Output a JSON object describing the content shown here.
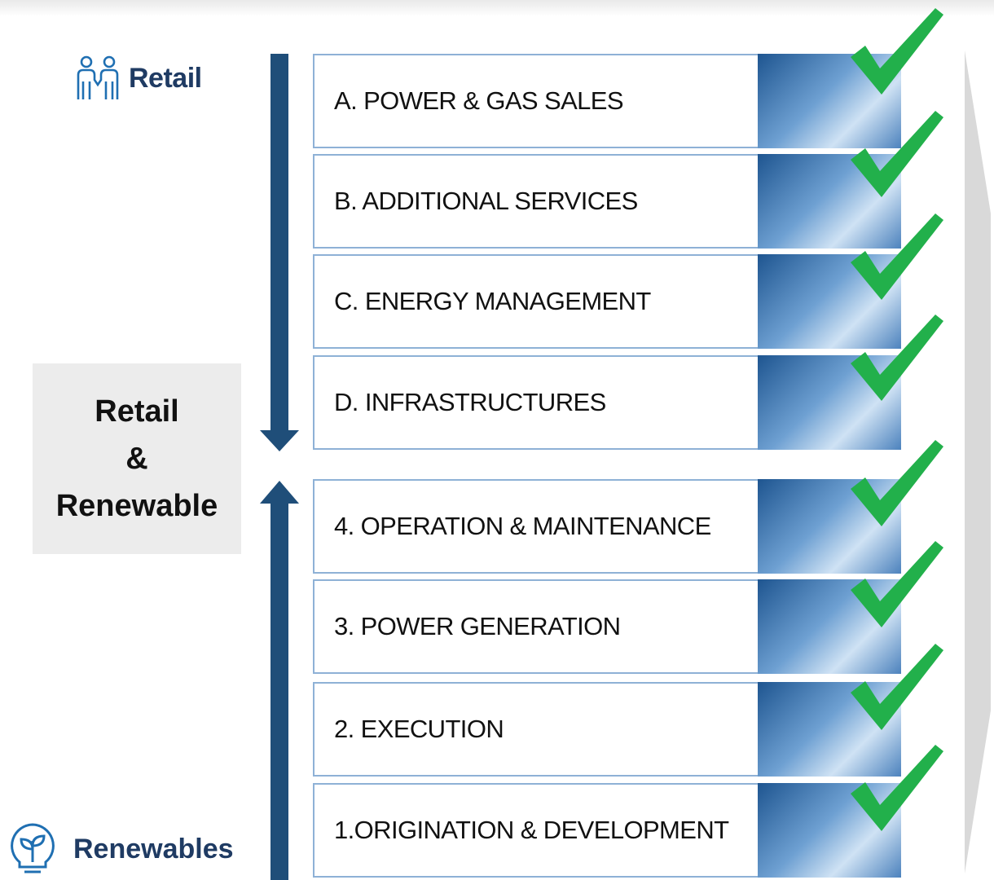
{
  "retail_top_label": "Retail",
  "renewables_bottom_label": "Renewables",
  "center_box": {
    "line1": "Retail",
    "line2": "&",
    "line3": "Renewable"
  },
  "retail_steps": [
    "A. POWER & GAS SALES",
    "B. ADDITIONAL SERVICES",
    "C. ENERGY MANAGEMENT",
    "D. INFRASTRUCTURES"
  ],
  "renewable_steps": [
    "4. OPERATION & MAINTENANCE",
    "3. POWER GENERATION",
    "2. EXECUTION",
    "1.ORIGINATION & DEVELOPMENT"
  ],
  "icons": {
    "retail": "people-icon",
    "renewables": "plant-bulb-icon",
    "step_status": "checkmark-icon"
  },
  "colors": {
    "arrow": "#1f4e79",
    "check": "#22b04b",
    "box_border": "#8eb1d6",
    "center_box_bg": "#ececec",
    "label_text": "#1f3b63"
  }
}
